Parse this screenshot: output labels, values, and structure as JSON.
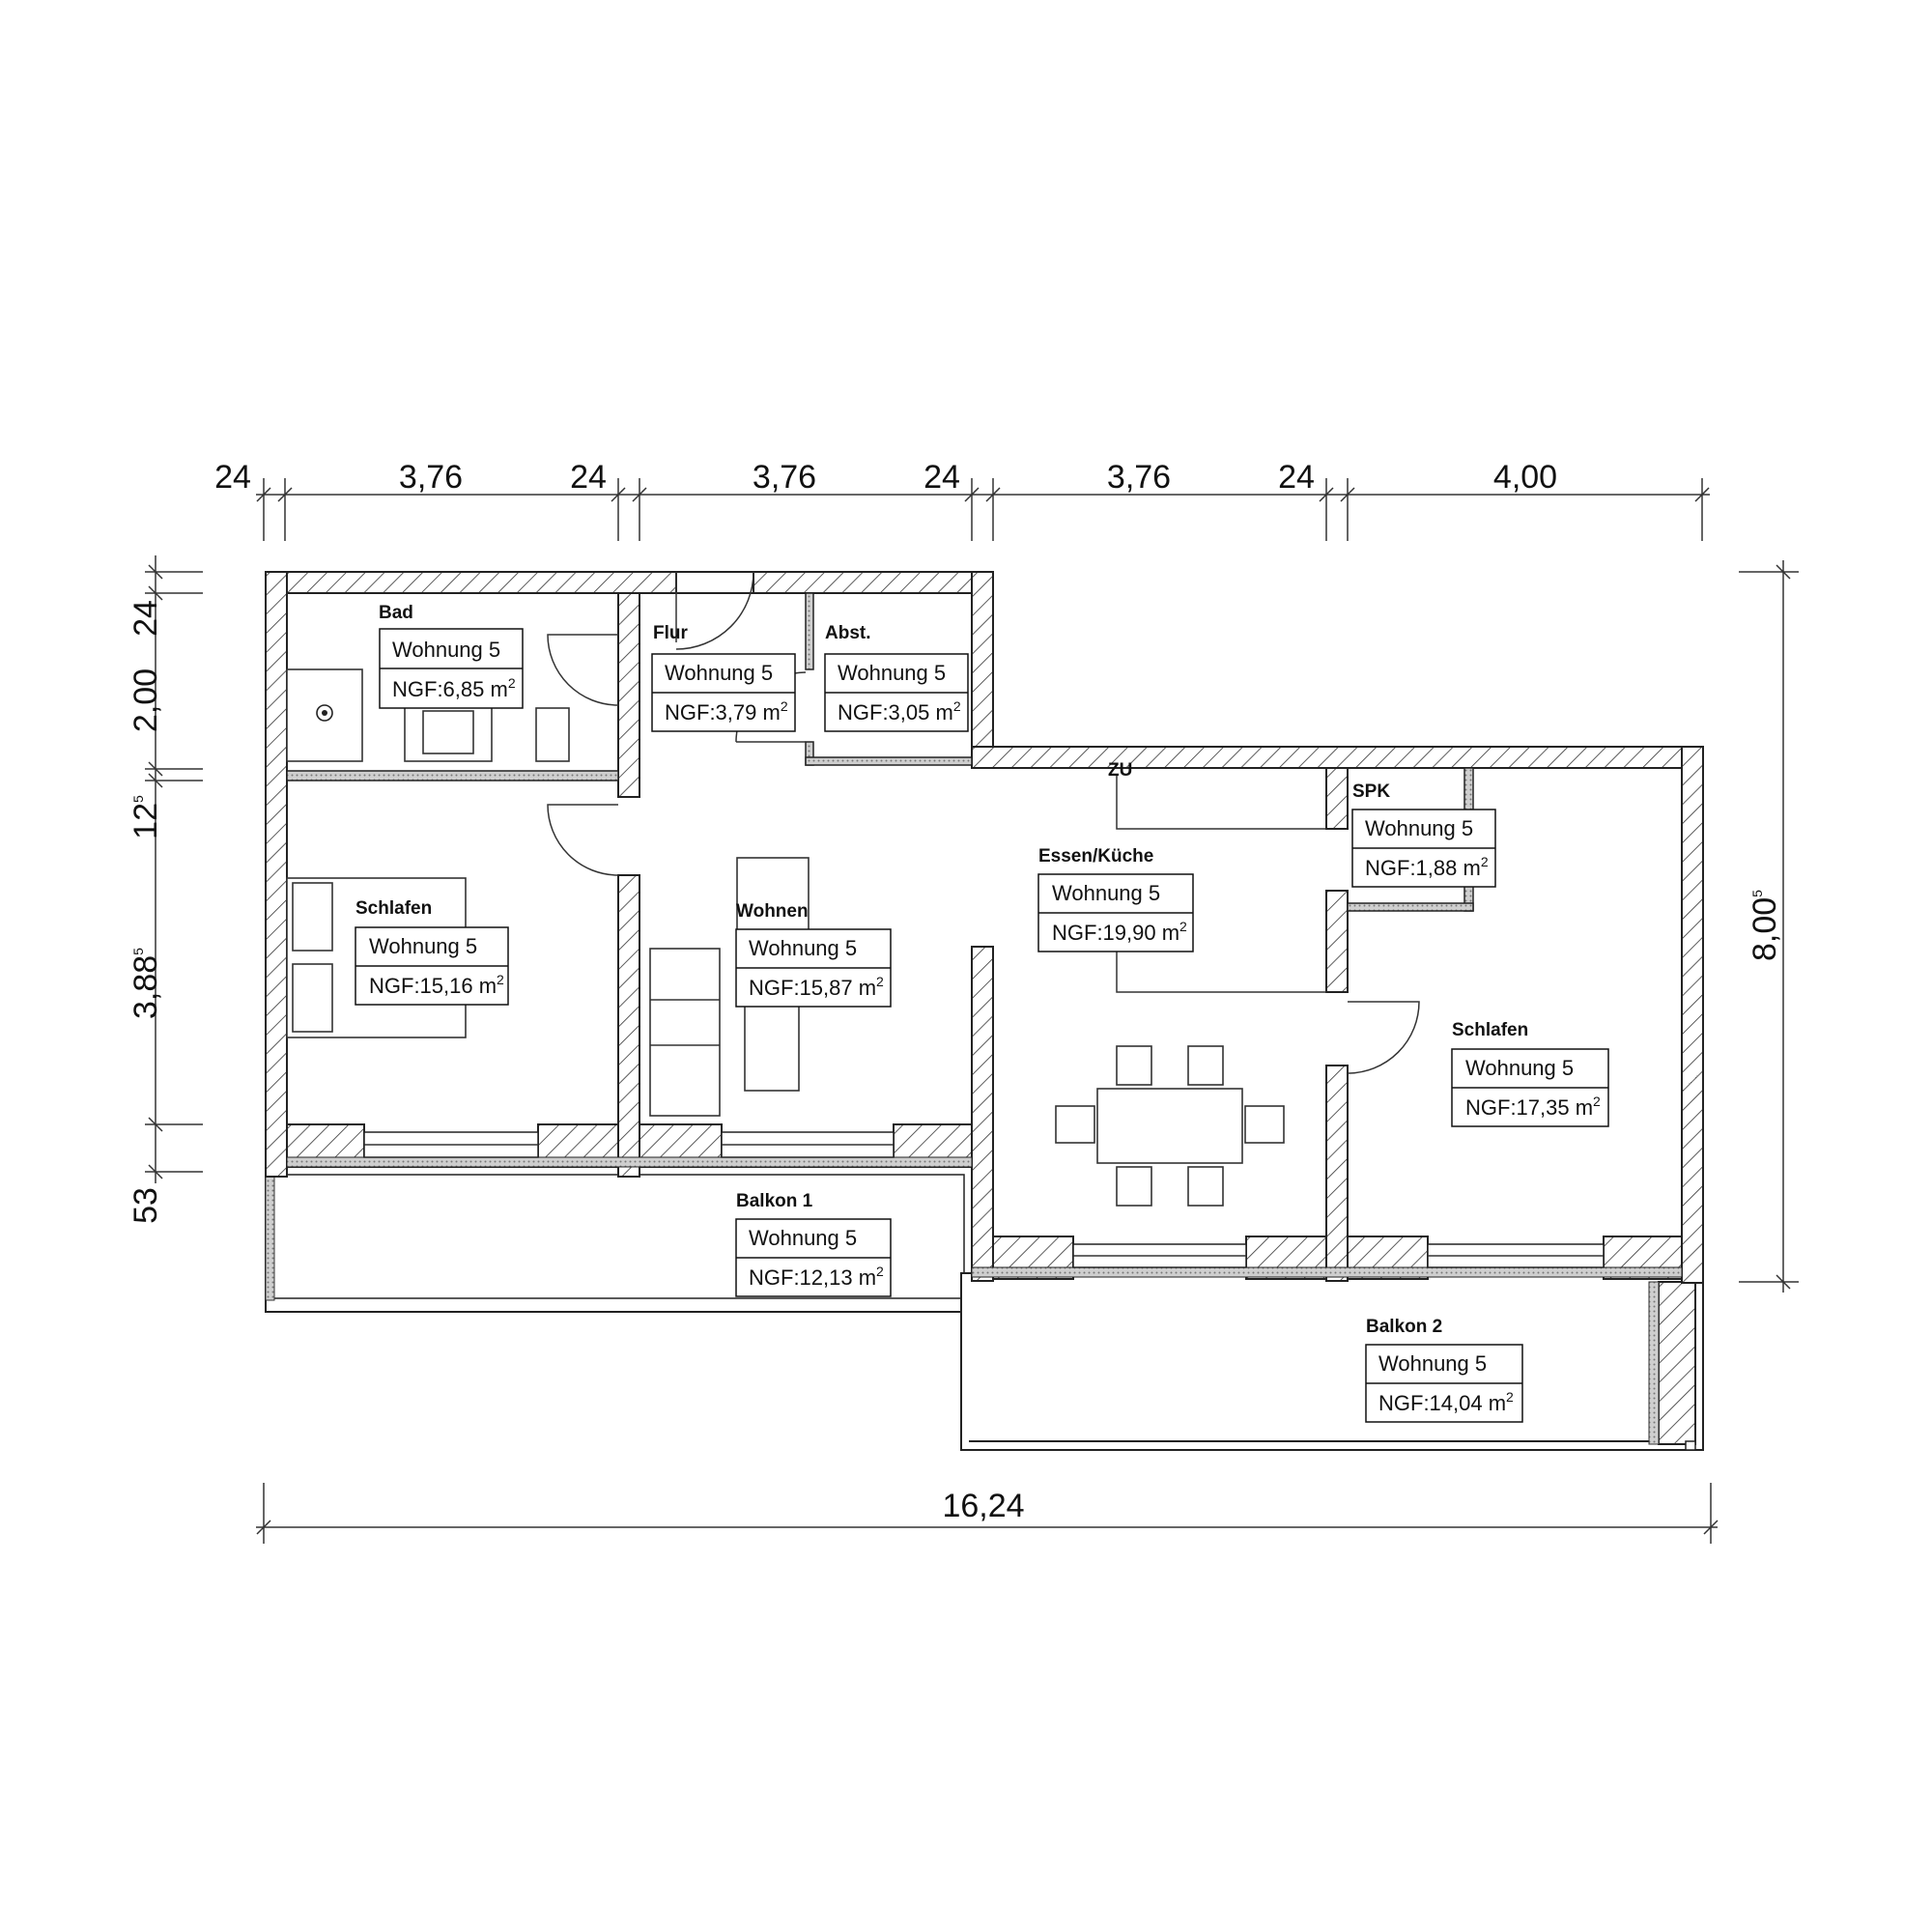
{
  "dimensions": {
    "top": [
      "24",
      "3,76",
      "24",
      "3,76",
      "24",
      "3,76",
      "24",
      "4,00"
    ],
    "left": [
      {
        "base": "24",
        "sup": ""
      },
      {
        "base": "2,00",
        "sup": ""
      },
      {
        "base": "12",
        "sup": "5"
      },
      {
        "base": "3,88",
        "sup": "5"
      },
      {
        "base": "53",
        "sup": ""
      }
    ],
    "right": {
      "base": "8,00",
      "sup": "5"
    },
    "bottom": "16,24"
  },
  "annotations": {
    "zu": "ZU"
  },
  "rooms": [
    {
      "id": "bad",
      "name": "Bad",
      "unit": "Wohnung 5",
      "area": "NGF:6,85 m",
      "area_unit_sup": "2"
    },
    {
      "id": "flur",
      "name": "Flur",
      "unit": "Wohnung 5",
      "area": "NGF:3,79 m",
      "area_unit_sup": "2"
    },
    {
      "id": "abst",
      "name": "Abst.",
      "unit": "Wohnung 5",
      "area": "NGF:3,05 m",
      "area_unit_sup": "2"
    },
    {
      "id": "spk",
      "name": "SPK",
      "unit": "Wohnung 5",
      "area": "NGF:1,88 m",
      "area_unit_sup": "2"
    },
    {
      "id": "essen",
      "name": "Essen/Küche",
      "unit": "Wohnung 5",
      "area": "NGF:19,90 m",
      "area_unit_sup": "2"
    },
    {
      "id": "schlafen1",
      "name": "Schlafen",
      "unit": "Wohnung 5",
      "area": "NGF:15,16 m",
      "area_unit_sup": "2"
    },
    {
      "id": "wohnen",
      "name": "Wohnen",
      "unit": "Wohnung 5",
      "area": "NGF:15,87 m",
      "area_unit_sup": "2"
    },
    {
      "id": "schlafen2",
      "name": "Schlafen",
      "unit": "Wohnung 5",
      "area": "NGF:17,35 m",
      "area_unit_sup": "2"
    },
    {
      "id": "balkon1",
      "name": "Balkon 1",
      "unit": "Wohnung 5",
      "area": "NGF:12,13 m",
      "area_unit_sup": "2"
    },
    {
      "id": "balkon2",
      "name": "Balkon 2",
      "unit": "Wohnung 5",
      "area": "NGF:14,04 m",
      "area_unit_sup": "2"
    }
  ]
}
